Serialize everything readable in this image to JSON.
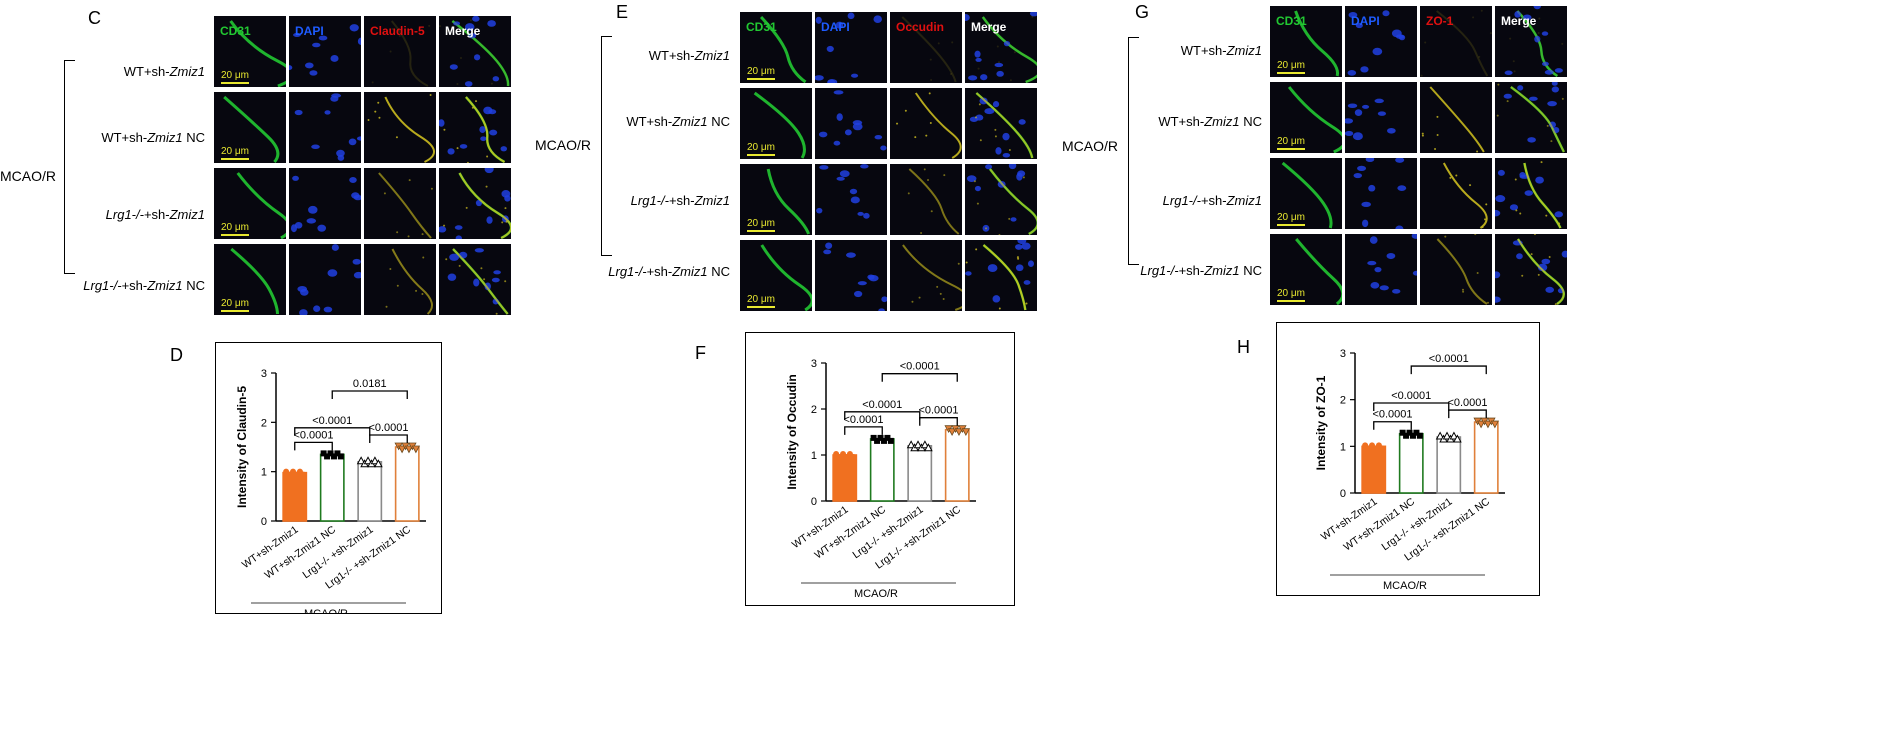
{
  "panels": [
    {
      "img_letter": "C",
      "chart_letter": "D",
      "marker": "Claudin-5",
      "headers": [
        "CD31",
        "DAPI",
        "Claudin-5",
        "Merge"
      ],
      "rows": [
        {
          "pre": "",
          "em": "",
          "mid": "WT+sh-",
          "em2": "Zmiz1",
          "post": ""
        },
        {
          "pre": "",
          "em": "",
          "mid": "WT+sh-",
          "em2": "Zmiz1",
          "post": " NC"
        },
        {
          "pre": "",
          "em": "Lrg1-/-",
          "mid": "+sh-",
          "em2": "Zmiz1",
          "post": ""
        },
        {
          "pre": "",
          "em": "Lrg1-/-",
          "mid": "+sh-",
          "em2": "Zmiz1",
          "post": " NC"
        }
      ],
      "group_label": "MCAO/R",
      "scale_bar": "20 μm"
    },
    {
      "img_letter": "E",
      "chart_letter": "F",
      "marker": "Occudin",
      "headers": [
        "CD31",
        "DAPI",
        "Occudin",
        "Merge"
      ],
      "rows": [
        {
          "pre": "",
          "em": "",
          "mid": "WT+sh-",
          "em2": "Zmiz1",
          "post": ""
        },
        {
          "pre": "",
          "em": "",
          "mid": "WT+sh-",
          "em2": "Zmiz1",
          "post": " NC"
        },
        {
          "pre": "",
          "em": "Lrg1-/-",
          "mid": "+sh-",
          "em2": "Zmiz1",
          "post": ""
        },
        {
          "pre": "",
          "em": "Lrg1-/-",
          "mid": "+sh-",
          "em2": "Zmiz1",
          "post": " NC"
        }
      ],
      "group_label": "MCAO/R",
      "scale_bar": "20 μm"
    },
    {
      "img_letter": "G",
      "chart_letter": "H",
      "marker": "ZO-1",
      "headers": [
        "CD31",
        "DAPI",
        "ZO-1",
        "Merge"
      ],
      "rows": [
        {
          "pre": "",
          "em": "",
          "mid": "WT+sh-",
          "em2": "Zmiz1",
          "post": ""
        },
        {
          "pre": "",
          "em": "",
          "mid": "WT+sh-",
          "em2": "Zmiz1",
          "post": " NC"
        },
        {
          "pre": "",
          "em": "Lrg1-/-",
          "mid": "+sh-",
          "em2": "Zmiz1",
          "post": ""
        },
        {
          "pre": "",
          "em": "Lrg1-/-",
          "mid": "+sh-",
          "em2": "Zmiz1",
          "post": " NC"
        }
      ],
      "group_label": "MCAO/R",
      "scale_bar": "20 μm"
    }
  ],
  "colors": {
    "cd31": "#22c832",
    "dapi": "#1e5bff",
    "marker": "#e01010",
    "merge": "#ffffff",
    "bar_orange": "#f07020",
    "bar_green": "#1f7a1f",
    "bar_grey": "#8a8a8a",
    "bar_tan": "#e0803a"
  },
  "chart_data": [
    {
      "type": "bar",
      "ylabel": "Intensity of Claudin-5",
      "categories": [
        "WT+sh-Zmiz1",
        "WT+sh-Zmiz1 NC",
        "Lrg1-/- +sh-Zmiz1",
        "Lrg1-/- +sh-Zmiz1 NC"
      ],
      "values": [
        0.98,
        1.35,
        1.2,
        1.5
      ],
      "ylim": [
        0,
        3
      ],
      "yticks": [
        0,
        1,
        2,
        3
      ],
      "group_label": "MCAO/R",
      "comparisons": [
        {
          "from": 0,
          "to": 1,
          "label": "<0.0001",
          "level": 1
        },
        {
          "from": 2,
          "to": 3,
          "label": "<0.0001",
          "level": 1
        },
        {
          "from": 0,
          "to": 2,
          "label": "<0.0001",
          "level": 2
        },
        {
          "from": 1,
          "to": 3,
          "label": "0.0181",
          "level": 3
        }
      ]
    },
    {
      "type": "bar",
      "ylabel": "Intensity of Occudin",
      "categories": [
        "WT+sh-Zmiz1",
        "WT+sh-Zmiz1 NC",
        "Lrg1-/- +sh-Zmiz1",
        "Lrg1-/- +sh-Zmiz1 NC"
      ],
      "values": [
        1.0,
        1.35,
        1.2,
        1.55
      ],
      "ylim": [
        0,
        3
      ],
      "yticks": [
        0,
        1,
        2,
        3
      ],
      "group_label": "MCAO/R",
      "comparisons": [
        {
          "from": 0,
          "to": 1,
          "label": "<0.0001",
          "level": 1
        },
        {
          "from": 2,
          "to": 3,
          "label": "<0.0001",
          "level": 1
        },
        {
          "from": 0,
          "to": 2,
          "label": "<0.0001",
          "level": 2
        },
        {
          "from": 1,
          "to": 3,
          "label": "<0.0001",
          "level": 3
        }
      ]
    },
    {
      "type": "bar",
      "ylabel": "Intensity of ZO-1",
      "categories": [
        "WT+sh-Zmiz1",
        "WT+sh-Zmiz1 NC",
        "Lrg1-/- +sh-Zmiz1",
        "Lrg1-/- +sh-Zmiz1 NC"
      ],
      "values": [
        1.0,
        1.27,
        1.2,
        1.52
      ],
      "ylim": [
        0,
        3
      ],
      "yticks": [
        0,
        1,
        2,
        3
      ],
      "group_label": "MCAO/R",
      "comparisons": [
        {
          "from": 0,
          "to": 1,
          "label": "<0.0001",
          "level": 1
        },
        {
          "from": 2,
          "to": 3,
          "label": "<0.0001",
          "level": 1
        },
        {
          "from": 0,
          "to": 2,
          "label": "<0.0001",
          "level": 2
        },
        {
          "from": 1,
          "to": 3,
          "label": "<0.0001",
          "level": 3
        }
      ]
    }
  ]
}
